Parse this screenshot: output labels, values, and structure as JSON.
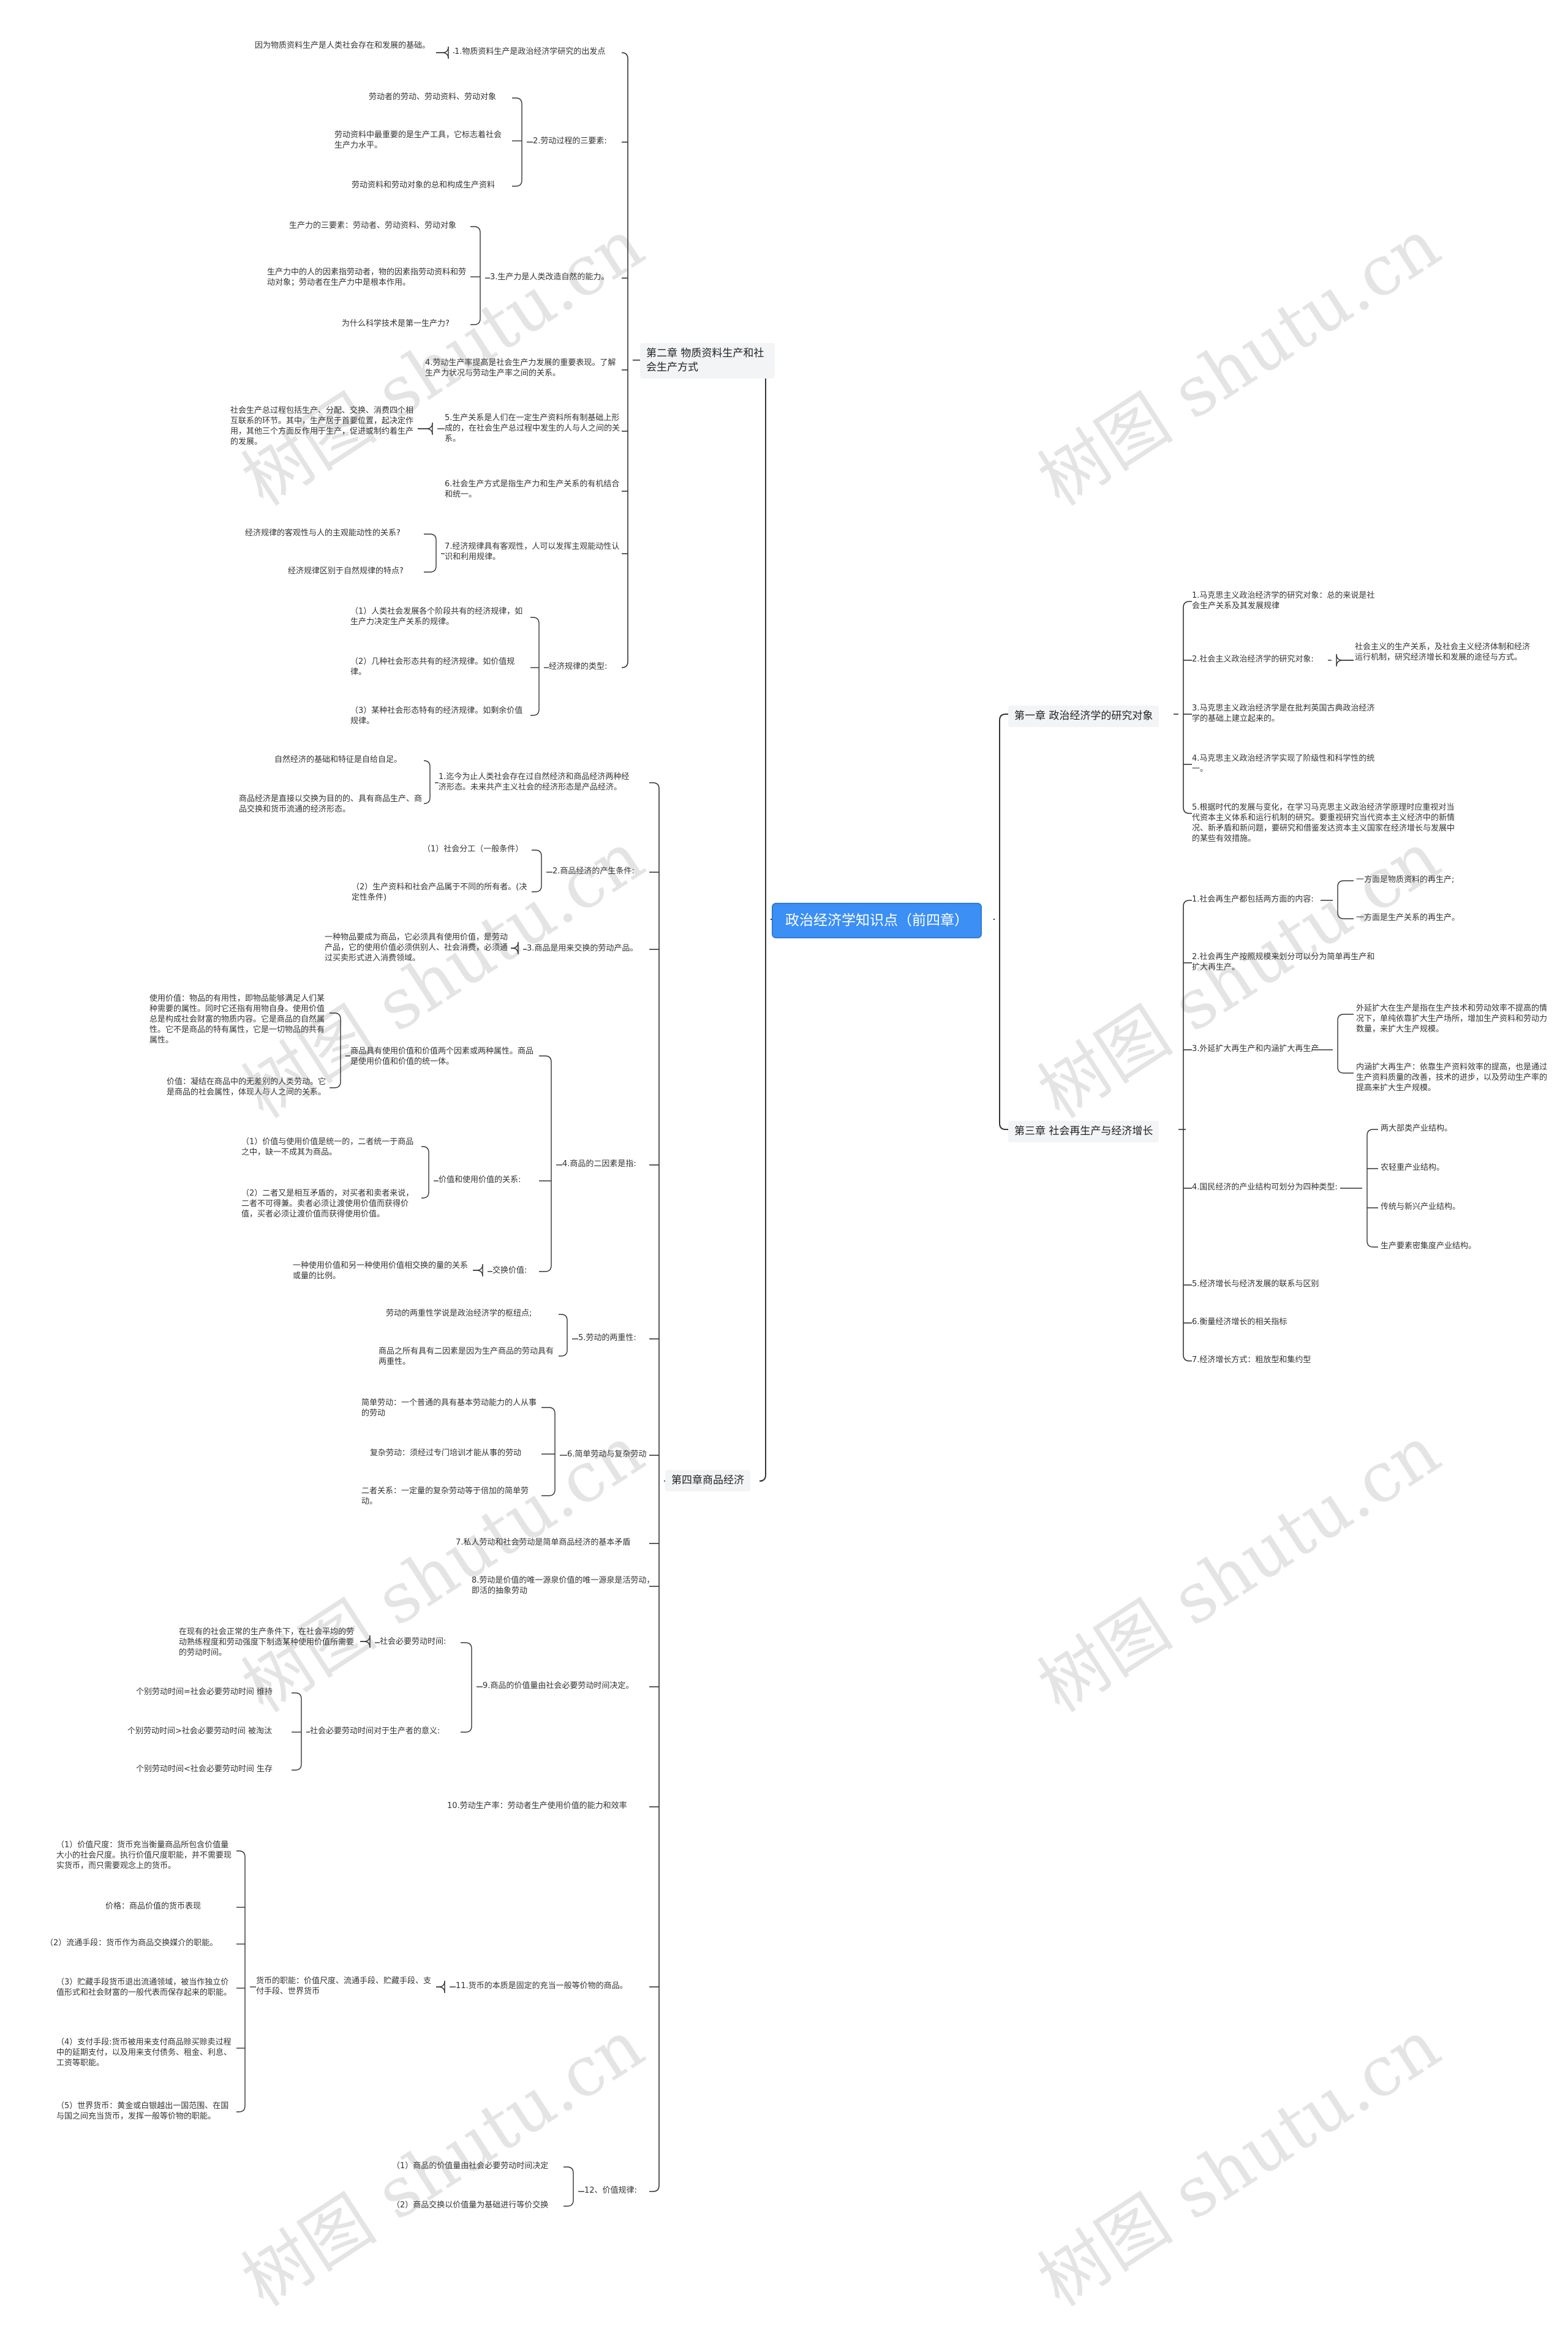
{
  "watermark": "树图 shutu.cn",
  "root": "政治经济学知识点（前四章）",
  "ch2": {
    "title": "第二章 物质资料生产和社会生产方式",
    "n1": "1.物质资料生产是政治经济学研究的出发点",
    "n1_d1": "因为物质资料生产是人类社会存在和发展的基础。",
    "n2": "2.劳动过程的三要素:",
    "n2_d1": "劳动者的劳动、劳动资料、劳动对象",
    "n2_d2": "劳动资料中最重要的是生产工具，它标志着社会生产力水平。",
    "n2_d3": "劳动资料和劳动对象的总和构成生产资料",
    "n3": "3.生产力是人类改造自然的能力。",
    "n3_d1": "生产力的三要素：劳动者、劳动资料、劳动对象",
    "n3_d2": "生产力中的人的因素指劳动者，物的因素指劳动资料和劳动对象；劳动者在生产力中是根本作用。",
    "n3_d3": "为什么科学技术是第一生产力?",
    "n4": "4.劳动生产率提高是社会生产力发展的重要表现。了解生产力状况与劳动生产率之间的关系。",
    "n5": "5.生产关系是人们在一定生产资料所有制基础上形成的，在社会生产总过程中发生的人与人之间的关系。",
    "n5_d1": "社会生产总过程包括生产、分配、交换、消费四个相互联系的环节。其中，生产居于首要位置，起决定作用，其他三个方面反作用于生产，促进或制约着生产的发展。",
    "n6": "6.社会生产方式是指生产力和生产关系的有机结合和统一。",
    "n7": "7.经济规律具有客观性，人可以发挥主观能动性认识和利用规律。",
    "n7_d1": "经济规律的客观性与人的主观能动性的关系?",
    "n7_d2": "经济规律区别于自然规律的特点?",
    "n8": "经济规律的类型:",
    "n8_d1": "（1）人类社会发展各个阶段共有的经济规律，如生产力决定生产关系的规律。",
    "n8_d2": "（2）几种社会形态共有的经济规律。如价值规律。",
    "n8_d3": "（3）某种社会形态特有的经济规律。如剩余价值规律。"
  },
  "ch4": {
    "title": "第四章商品经济",
    "n1": "1.迄今为止人类社会存在过自然经济和商品经济两种经济形态。未来共产主义社会的经济形态是产品经济。",
    "n1_d1": "自然经济的基础和特征是自给自足。",
    "n1_d2": "商品经济是直接以交换为目的的、具有商品生产、商品交换和货币流通的经济形态。",
    "n2": "2.商品经济的产生条件:",
    "n2_d1": "（1）社会分工（一般条件）",
    "n2_d2": "（2）生产资料和社会产品属于不同的所有者。(决定性条件)",
    "n3": "3.商品是用来交换的劳动产品。",
    "n3_d1": "一种物品要成为商品，它必须具有使用价值，是劳动产品，它的使用价值必须供别人、社会消费，必须通过买卖形式进入消费领域。",
    "n4": "4.商品的二因素是指:",
    "n4_a": "商品具有使用价值和价值两个因素或两种属性。商品是使用价值和价值的统一体。",
    "n4_a1": "使用价值：物品的有用性，即物品能够满足人们某种需要的属性。同时它还指有用物自身。使用价值总是构成社会财富的物质内容。它是商品的自然属性。它不是商品的特有属性，它是一切物品的共有属性。",
    "n4_a2": "价值：凝结在商品中的无差别的人类劳动。它是商品的社会属性，体现人与人之间的关系。",
    "n4_b": "价值和使用价值的关系:",
    "n4_b1": "（1）价值与使用价值是统一的，二者统一于商品之中，缺一不成其为商品。",
    "n4_b2": "（2）二者又是相互矛盾的，对买者和卖者来说，二者不可得兼。卖者必须让渡使用价值而获得价值，买者必须让渡价值而获得使用价值。",
    "n4_c": "交换价值:",
    "n4_c1": "一种使用价值和另一种使用价值相交换的量的关系或量的比例。",
    "n5": "5.劳动的两重性:",
    "n5_d1": "劳动的两重性学说是政治经济学的枢纽点;",
    "n5_d2": "商品之所有具有二因素是因为生产商品的劳动具有两重性。",
    "n6": "6.简单劳动与复杂劳动",
    "n6_d1": "简单劳动：一个普通的具有基本劳动能力的人从事的劳动",
    "n6_d2": "复杂劳动：须经过专门培训才能从事的劳动",
    "n6_d3": "二者关系：一定量的复杂劳动等于倍加的简单劳动。",
    "n7": "7.私人劳动和社会劳动是简单商品经济的基本矛盾",
    "n8": "8.劳动是价值的唯一源泉价值的唯一源泉是活劳动，即活的抽象劳动",
    "n9": "9.商品的价值量由社会必要劳动时间决定。",
    "n9_a": "社会必要劳动时间:",
    "n9_a1": "在现有的社会正常的生产条件下，在社会平均的劳动熟练程度和劳动强度下制造某种使用价值所需要的劳动时间。",
    "n9_b": "社会必要劳动时间对于生产者的意义:",
    "n9_b1": "个别劳动时间=社会必要劳动时间 维持",
    "n9_b2": "个别劳动时间>社会必要劳动时间 被淘汰",
    "n9_b3": "个别劳动时间<社会必要劳动时间 生存",
    "n10": "10.劳动生产率：劳动者生产使用价值的能力和效率",
    "n11": "11.货币的本质是固定的充当一般等价物的商品。",
    "n11_a": "货币的职能：价值尺度、流通手段、贮藏手段、支付手段、世界货币",
    "n11_a1": "（1）价值尺度：货币充当衡量商品所包含价值量大小的社会尺度。执行价值尺度职能，并不需要现实货币，而只需要观念上的货币。",
    "n11_a2": "价格：商品价值的货币表现",
    "n11_a3": "（2）流通手段：货币作为商品交换媒介的职能。",
    "n11_a4": "（3）贮藏手段货币退出流通领域，被当作独立价值形式和社会财富的一般代表而保存起来的职能。",
    "n11_a5": "（4）支付手段:货币被用来支付商品赊买赊卖过程中的延期支付，以及用来支付债务、租金、利息、工资等职能。",
    "n11_a6": "（5）世界货币：黄金或白银越出一国范围、在国与国之间充当货币，发挥一般等价物的职能。",
    "n12": "12、价值规律:",
    "n12_d1": "（1）商品的价值量由社会必要劳动时间决定",
    "n12_d2": "（2）商品交换以价值量为基础进行等价交换"
  },
  "ch1": {
    "title": "第一章 政治经济学的研究对象",
    "n1": "1.马克思主义政治经济学的研究对象：总的来说是社会生产关系及其发展规律",
    "n2": "2.社会主义政治经济学的研究对象:",
    "n2_d1": "社会主义的生产关系，及社会主义经济体制和经济运行机制，研究经济增长和发展的途径与方式。",
    "n3": "3.马克思主义政治经济学是在批判英国古典政治经济学的基础上建立起来的。",
    "n4": "4.马克思主义政治经济学实现了阶级性和科学性的统一。",
    "n5": "5.根据时代的发展与变化，在学习马克思主义政治经济学原理时应重视对当代资本主义体系和运行机制的研究。要重视研究当代资本主义经济中的新情况、新矛盾和新问题，要研究和借鉴发达资本主义国家在经济增长与发展中的某些有效措施。"
  },
  "ch3": {
    "title": "第三章 社会再生产与经济增长",
    "n1": "1.社会再生产都包括两方面的内容:",
    "n1_d1": "一方面是物质资料的再生产;",
    "n1_d2": "一方面是生产关系的再生产。",
    "n2": "2.社会再生产按照规模来划分可以分为简单再生产和扩大再生产。",
    "n3": "3.外延扩大再生产和内涵扩大再生产",
    "n3_d1": "外延扩大在生产是指在生产技术和劳动效率不提高的情况下，单纯依靠扩大生产场所，增加生产资料和劳动力数量，来扩大生产规模。",
    "n3_d2": "内涵扩大再生产：依靠生产资料效率的提高，也是通过生产资料质量的改善，技术的进步，以及劳动生产率的提高来扩大生产规模。",
    "n4": "4.国民经济的产业结构可划分为四种类型:",
    "n4_d1": "两大部类产业结构。",
    "n4_d2": "农轻重产业结构。",
    "n4_d3": "传统与新兴产业结构。",
    "n4_d4": "生产要素密集度产业结构。",
    "n5": "5.经济增长与经济发展的联系与区别",
    "n6": "6.衡量经济增长的相关指标",
    "n7": "7.经济增长方式：粗放型和集约型"
  }
}
